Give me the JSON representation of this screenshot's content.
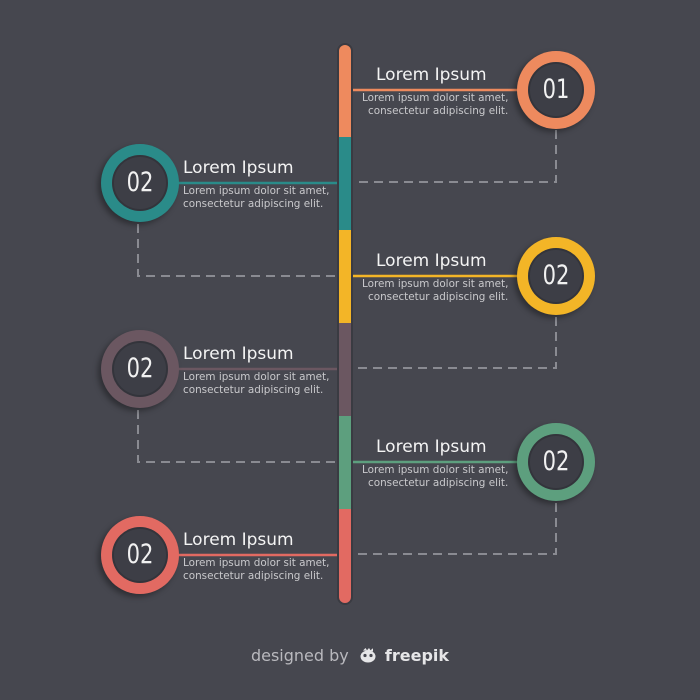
{
  "steps": [
    {
      "number": "01",
      "title": "Lorem Ipsum",
      "desc_line1": "Lorem ipsum dolor sit amet,",
      "desc_line2": "consectetur adipiscing elit.",
      "color": "#ee8a5e",
      "side": "right"
    },
    {
      "number": "02",
      "title": "Lorem Ipsum",
      "desc_line1": "Lorem ipsum dolor sit amet,",
      "desc_line2": "consectetur adipiscing elit.",
      "color": "#2a8b89",
      "side": "left"
    },
    {
      "number": "02",
      "title": "Lorem Ipsum",
      "desc_line1": "Lorem ipsum dolor sit amet,",
      "desc_line2": "consectetur adipiscing elit.",
      "color": "#f3b527",
      "side": "right"
    },
    {
      "number": "02",
      "title": "Lorem Ipsum",
      "desc_line1": "Lorem ipsum dolor sit amet,",
      "desc_line2": "consectetur adipiscing elit.",
      "color": "#6b5761",
      "side": "left"
    },
    {
      "number": "02",
      "title": "Lorem Ipsum",
      "desc_line1": "Lorem ipsum dolor sit amet,",
      "desc_line2": "consectetur adipiscing elit.",
      "color": "#5d9f7e",
      "side": "right"
    },
    {
      "number": "02",
      "title": "Lorem Ipsum",
      "desc_line1": "Lorem ipsum dolor sit amet,",
      "desc_line2": "consectetur adipiscing elit.",
      "color": "#e26a62",
      "side": "left"
    }
  ],
  "credit": {
    "prefix": "designed by",
    "brand": "freepik"
  },
  "colors": {
    "background": "#46474f",
    "dashed": "#8a8b92"
  }
}
